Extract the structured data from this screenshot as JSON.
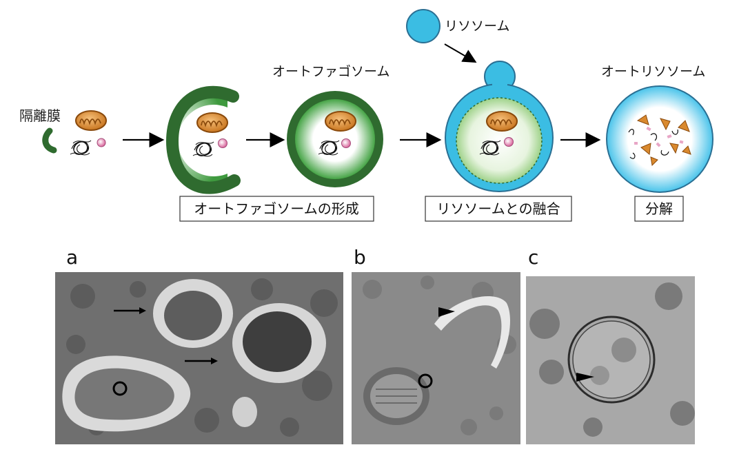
{
  "diagram": {
    "labels": {
      "isolation_membrane": "隔離膜",
      "lysosome": "リソソーム",
      "autophagosome": "オートファゴソーム",
      "autolysosome": "オートリソソーム"
    },
    "boxes": {
      "formation": "オートファゴソームの形成",
      "fusion": "リソソームとの融合",
      "degradation": "分解"
    },
    "colors": {
      "membrane_green": "#2f6b2f",
      "lysosome_blue": "#3bbde3",
      "mitochondria_orange": "#d9892e",
      "pink_vesicle": "#e8a6c6"
    }
  },
  "micrographs": {
    "panel_labels": [
      "a",
      "b",
      "c"
    ],
    "markers": {
      "arrow": "arrow-marker",
      "arrowhead": "arrowhead-marker",
      "circle": "circle-marker"
    }
  }
}
